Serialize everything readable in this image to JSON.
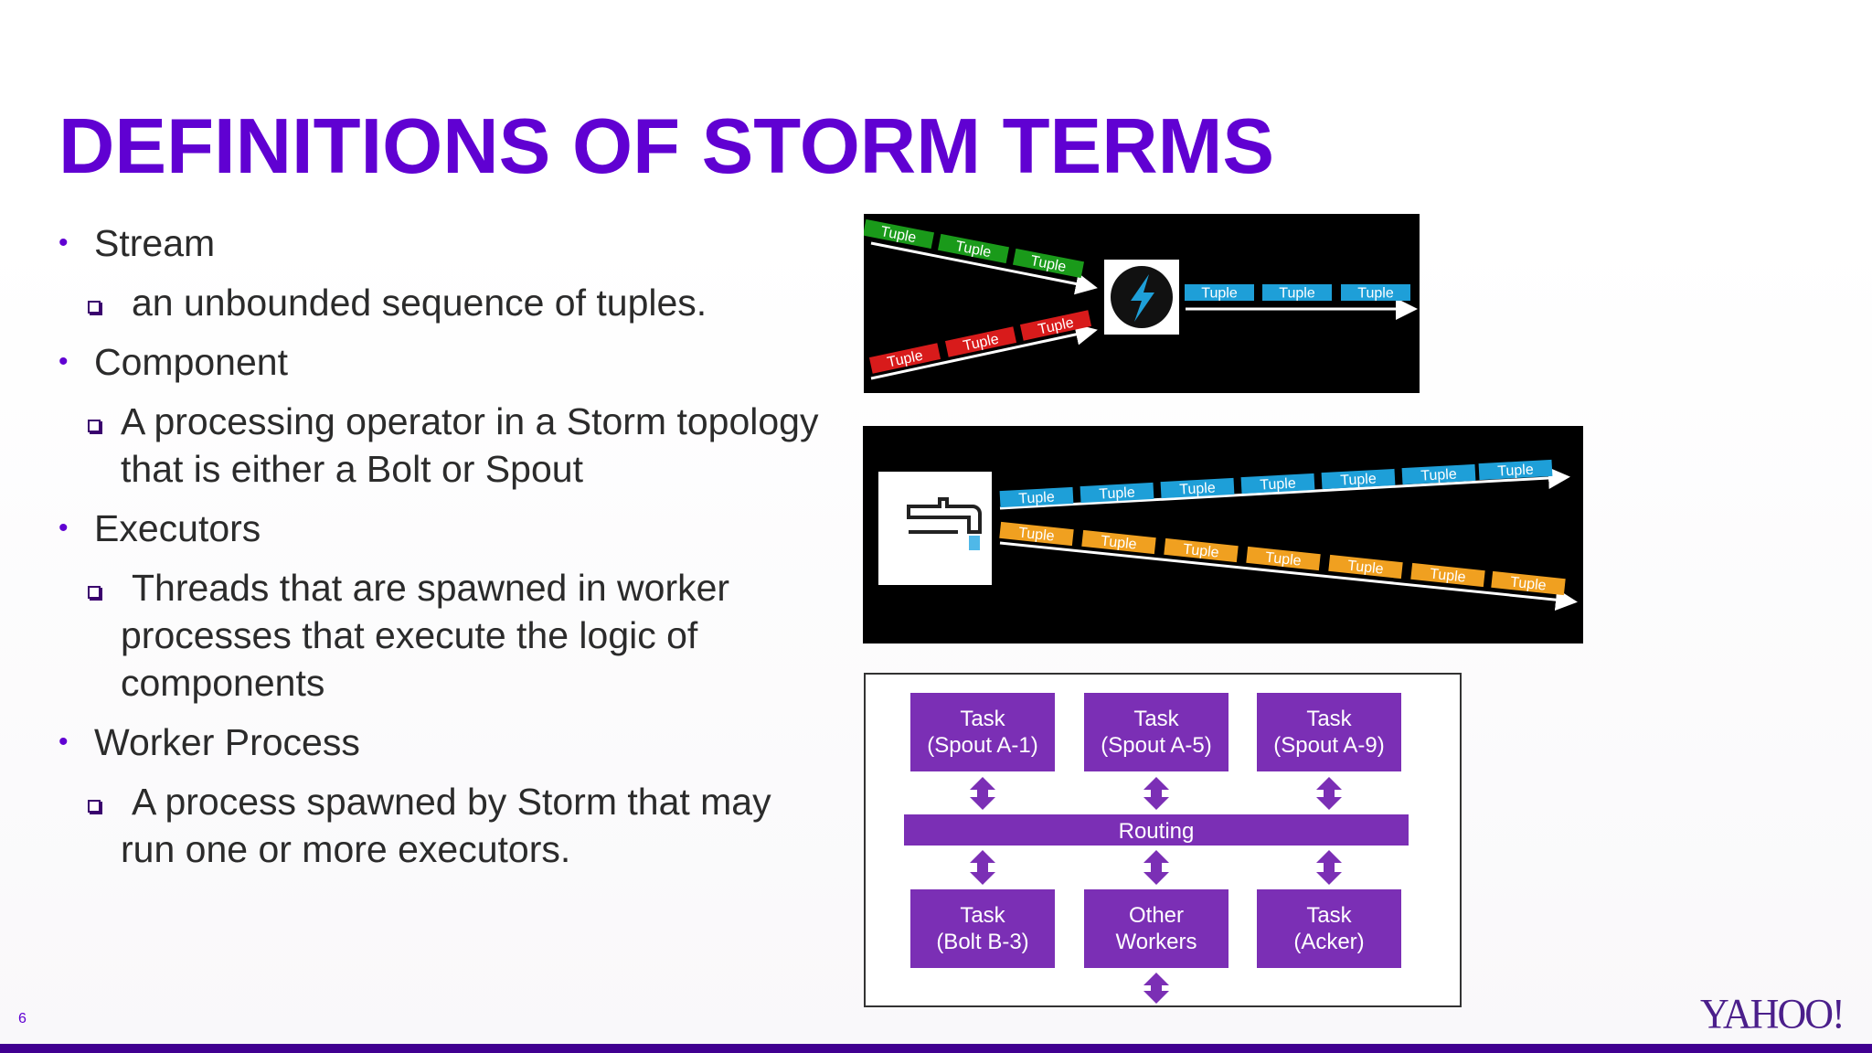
{
  "slide": {
    "title": "DEFINITIONS OF STORM TERMS",
    "page_number": "6",
    "logo_text": "YAHOO!",
    "accent_color": "#6001d2"
  },
  "bullets": {
    "stream": "Stream",
    "stream_def": "an unbounded sequence of tuples.",
    "component": "Component",
    "component_def": "A processing operator in a Storm topology that is either a Bolt or Spout",
    "executors": "Executors",
    "executors_def": "Threads that are spawned in worker processes that execute the logic of components",
    "worker": "Worker Process",
    "worker_def": "A process spawned by Storm that may run one or more executors."
  },
  "stream_image": {
    "tuple_label": "Tuple",
    "colors": {
      "green": "#1a9a1a",
      "red": "#d81b1b",
      "blue": "#1e9fd8",
      "orange": "#f0a020"
    }
  },
  "spout_image": {
    "tuple_label": "Tuple"
  },
  "task_diagram": {
    "top_tasks": [
      {
        "line1": "Task",
        "line2": "(Spout A-1)"
      },
      {
        "line1": "Task",
        "line2": "(Spout A-5)"
      },
      {
        "line1": "Task",
        "line2": "(Spout A-9)"
      }
    ],
    "routing": "Routing",
    "bottom_tasks": [
      {
        "line1": "Task",
        "line2": "(Bolt B-3)"
      },
      {
        "line1": "Other",
        "line2": "Workers"
      },
      {
        "line1": "Task",
        "line2": "(Acker)"
      }
    ],
    "box_color": "#7b2fb5"
  }
}
